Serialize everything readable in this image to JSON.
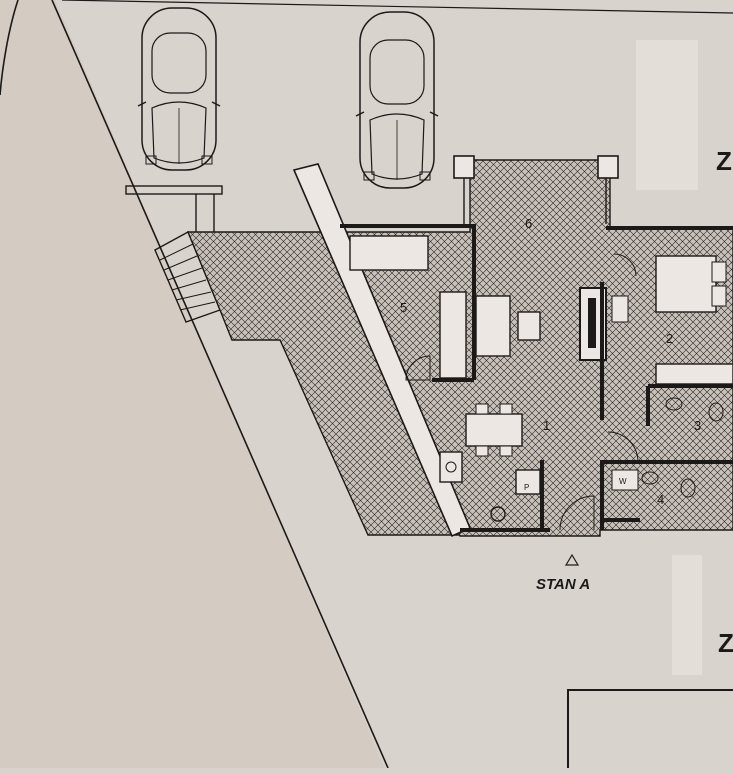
{
  "plan": {
    "apartment_label": "STAN A",
    "rooms": [
      {
        "number": "1"
      },
      {
        "number": "2"
      },
      {
        "number": "3"
      },
      {
        "number": "4"
      },
      {
        "number": "5"
      },
      {
        "number": "6"
      }
    ],
    "edge_labels": [
      "Z",
      "Z"
    ],
    "fixture_labels": [
      "P",
      "W"
    ]
  },
  "colors": {
    "paper": "#d9d3cd",
    "paper_shadow": "#d4cbc3",
    "ink": "#1c1a18",
    "hatch_fill": "#c8c1b9",
    "light_box": "#ece7e2"
  }
}
